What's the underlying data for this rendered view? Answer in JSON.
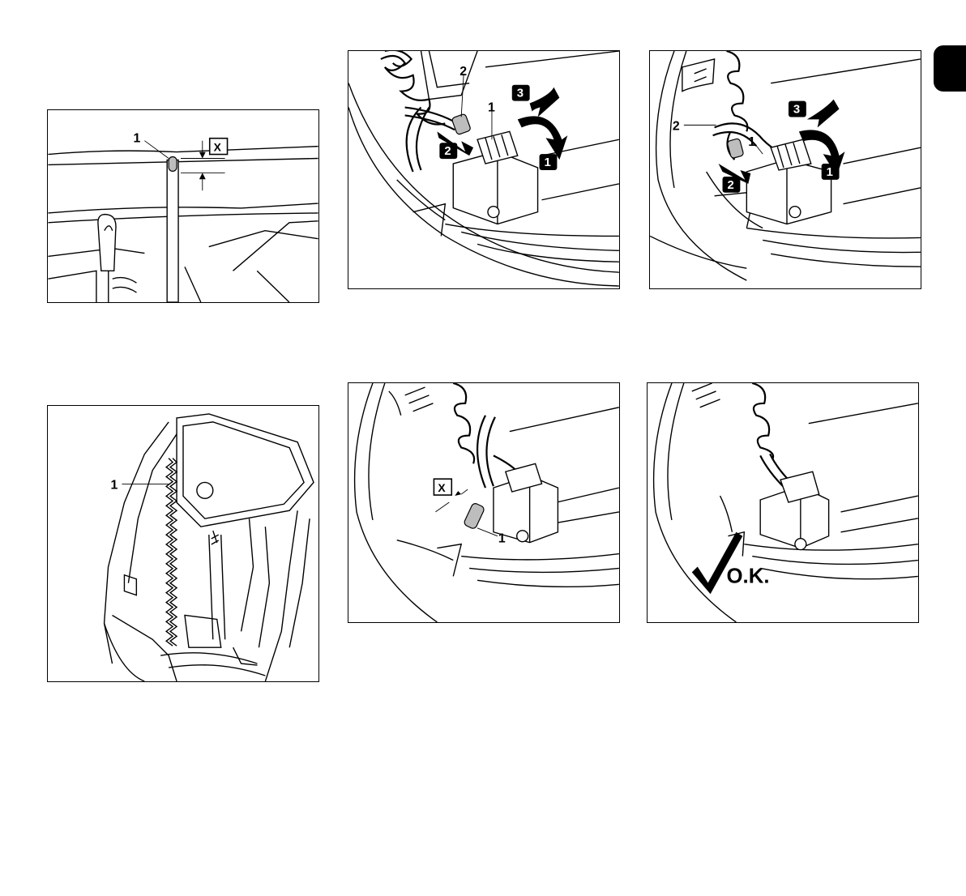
{
  "figures": {
    "fig1": {
      "callout": "1",
      "dimension": "X"
    },
    "fig2": {
      "callout_1": "1",
      "callout_2": "2",
      "steps": [
        "1",
        "2",
        "3"
      ]
    },
    "fig3": {
      "callout_1": "1",
      "callout_2": "2",
      "steps": [
        "1",
        "2",
        "3"
      ]
    },
    "fig4": {
      "callout": "1"
    },
    "fig5": {
      "callout": "1",
      "dimension": "X"
    },
    "fig6": {
      "status": "O.K."
    }
  },
  "colors": {
    "ink": "#000000",
    "paper": "#ffffff",
    "tab": "#000000"
  }
}
